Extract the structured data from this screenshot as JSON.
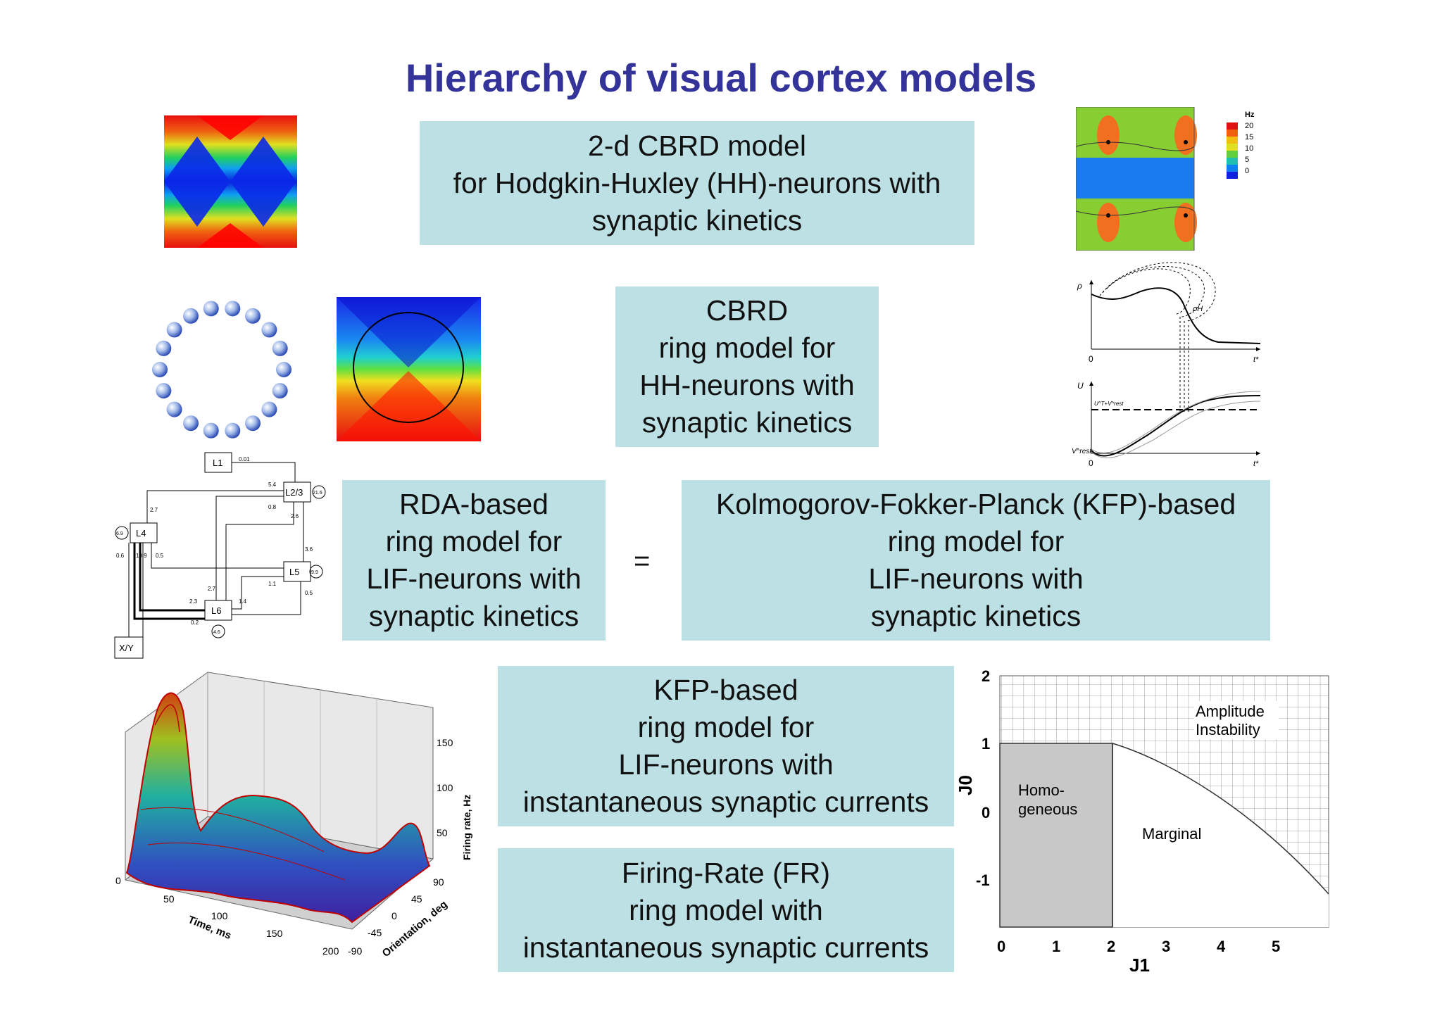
{
  "title": "Hierarchy of visual cortex models",
  "boxes": {
    "cbrd2d": [
      "2-d CBRD model",
      "for Hodgkin-Huxley (HH)-neurons with",
      "synaptic kinetics"
    ],
    "cbrd_ring": [
      "CBRD",
      "ring model for",
      "HH-neurons with",
      "synaptic kinetics"
    ],
    "rda": [
      "RDA-based",
      "ring model for",
      "LIF-neurons with",
      "synaptic kinetics"
    ],
    "equals": "=",
    "kfp": [
      "Kolmogorov-Fokker-Planck (KFP)-based",
      "ring model for",
      "LIF-neurons with",
      "synaptic kinetics"
    ],
    "kfp_inst": [
      "KFP-based",
      "ring model for",
      "LIF-neurons with",
      "instantaneous synaptic currents"
    ],
    "fr": [
      "Firing-Rate (FR)",
      "ring model with",
      "instantaneous synaptic currents"
    ]
  },
  "colorbar": {
    "unit": "Hz",
    "ticks": [
      "20",
      "15",
      "10",
      "5",
      "0"
    ]
  },
  "density_plot": {
    "rho_label": "ρ",
    "rhoH_label": "ρH",
    "u_label": "U",
    "threshold_label": "U^T+V^rest",
    "vrest_label": "V^rest",
    "zero1": "0",
    "zero2": "0",
    "tstar1": "t*",
    "tstar2": "t*"
  },
  "cortex_diagram": {
    "layers": [
      "L1",
      "L2/3",
      "L4",
      "L5",
      "L6",
      "X/Y"
    ],
    "weights": [
      "0.01",
      "5.4",
      "0.8",
      "2.6",
      "21.6",
      "2.7",
      "6.9",
      "0.6",
      "10.9",
      "0.5",
      "3.6",
      "9.9",
      "1.1",
      "0.5",
      "2.7",
      "2.3",
      "1.4",
      "0.2",
      "4.6"
    ]
  },
  "surface_plot": {
    "z_label": "Firing rate, Hz",
    "z_ticks": [
      "150",
      "100",
      "50"
    ],
    "x_label": "Time, ms",
    "x_ticks": [
      "0",
      "50",
      "100",
      "150",
      "200"
    ],
    "y_label": "Orientation, deg",
    "y_ticks": [
      "90",
      "45",
      "0",
      "-45",
      "-90"
    ]
  },
  "phase_diagram": {
    "y_label": "J0",
    "x_label": "J1",
    "y_ticks": [
      "2",
      "1",
      "0",
      "-1"
    ],
    "x_ticks": [
      "0",
      "1",
      "2",
      "3",
      "4",
      "5"
    ],
    "regions": {
      "homogeneous": [
        "Homo-",
        "geneous"
      ],
      "marginal": "Marginal",
      "amplitude": [
        "Amplitude",
        "Instability"
      ]
    }
  }
}
